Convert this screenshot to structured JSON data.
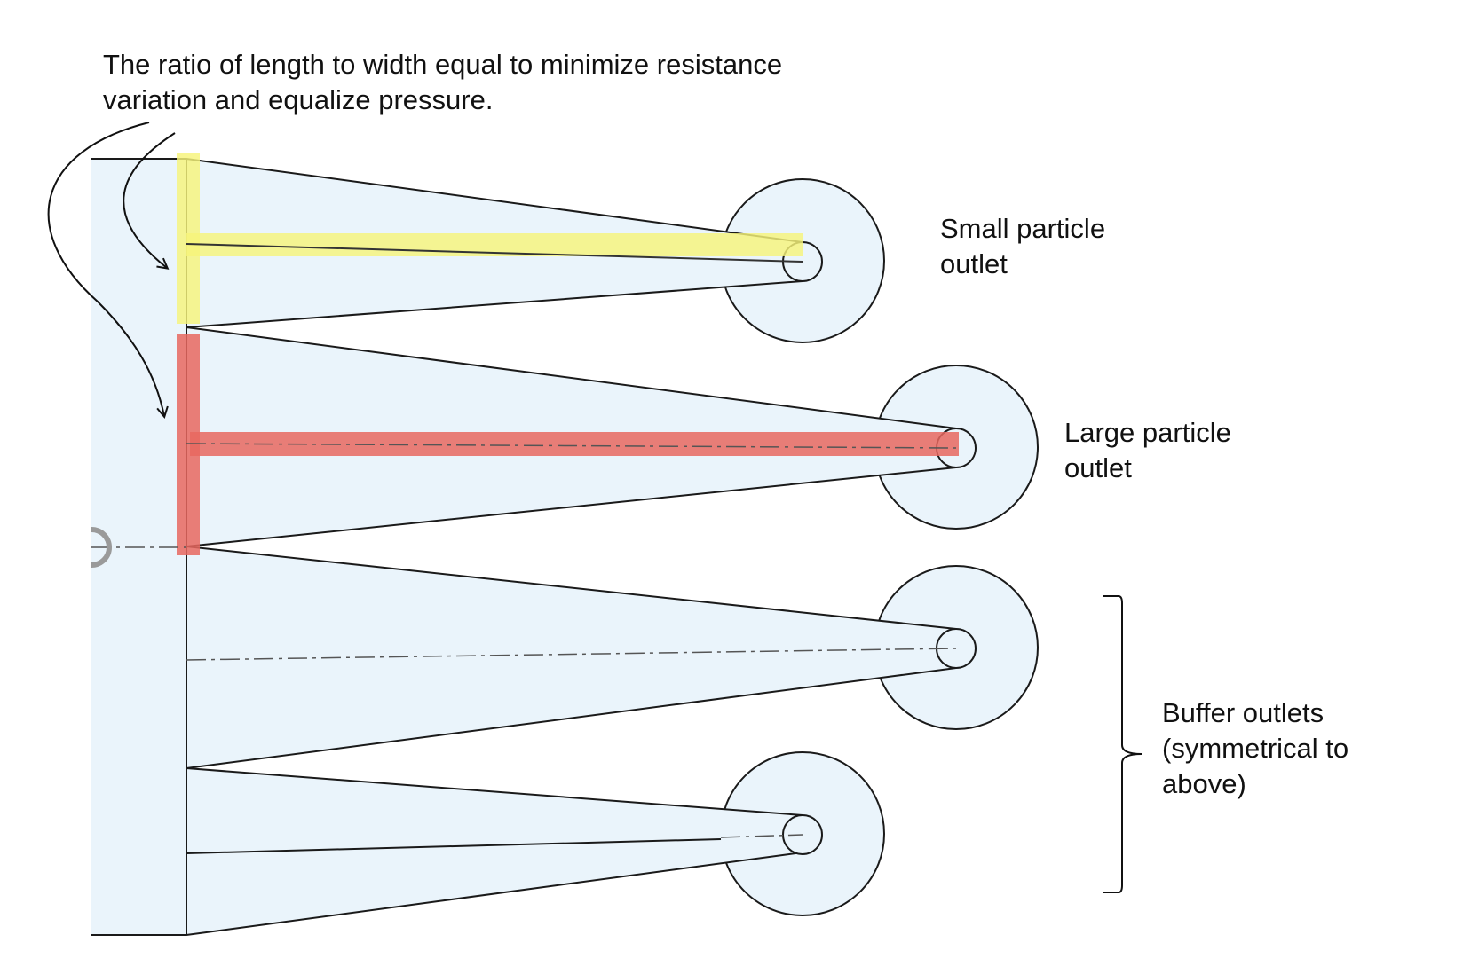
{
  "annotation": {
    "line1": "The ratio of length to width equal to minimize resistance",
    "line2": "variation and equalize pressure."
  },
  "outlets": {
    "small": {
      "line1": "Small particle",
      "line2": "outlet"
    },
    "large": {
      "line1": "Large particle",
      "line2": "outlet"
    },
    "buffer": {
      "line1": "Buffer outlets",
      "line2": "(symmetrical to",
      "line3": "above)"
    }
  },
  "colors": {
    "channel_fill": "#eaf4fb",
    "outline": "#1a1a1a",
    "highlight_small": "#f7f47a",
    "highlight_large": "#e8675f",
    "centerline": "#555555"
  }
}
